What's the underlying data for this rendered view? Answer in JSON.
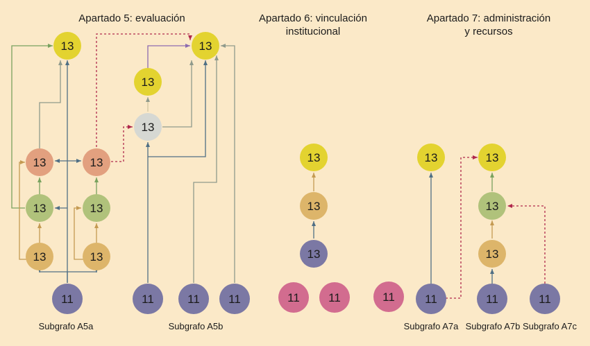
{
  "sections": {
    "s5_title": "Apartado 5: evaluación",
    "s6_title_line1": "Apartado 6: vinculación",
    "s6_title_line2": "institucional",
    "s7_title_line1": "Apartado 7: administración",
    "s7_title_line2": "y recursos"
  },
  "subgraphs": {
    "a5a": "Subgrafo A5a",
    "a5b": "Subgrafo A5b",
    "a7a": "Subgrafo A7a",
    "a7b": "Subgrafo A7b",
    "a7c": "Subgrafo A7c"
  },
  "node_colors": {
    "yellow": "#e3d330",
    "orange": "#e2a07f",
    "green": "#b0c27b",
    "tan": "#ddb56a",
    "gray": "#d6d8d3",
    "purple": "#7b78a4",
    "pink": "#d26c8f"
  },
  "edge_colors": {
    "green": "#78a25e",
    "purple": "#8c6bb0",
    "slate": "#4f6f85",
    "tan": "#c49a52",
    "gray": "#8f9a8c",
    "dashed_red": "#b0284c"
  },
  "nodes": [
    {
      "id": "a5a_top",
      "label": "13",
      "color": "yellow"
    },
    {
      "id": "a5a_l3",
      "label": "13",
      "color": "orange"
    },
    {
      "id": "a5a_l2",
      "label": "13",
      "color": "green"
    },
    {
      "id": "a5a_l1",
      "label": "13",
      "color": "tan"
    },
    {
      "id": "a5a_r3",
      "label": "13",
      "color": "orange"
    },
    {
      "id": "a5a_r2",
      "label": "13",
      "color": "green"
    },
    {
      "id": "a5a_r1",
      "label": "13",
      "color": "tan"
    },
    {
      "id": "a5a_src",
      "label": "11",
      "color": "purple"
    },
    {
      "id": "a5b_top",
      "label": "13",
      "color": "yellow"
    },
    {
      "id": "a5b_y2",
      "label": "13",
      "color": "yellow"
    },
    {
      "id": "a5b_gray",
      "label": "13",
      "color": "gray"
    },
    {
      "id": "a5b_s1",
      "label": "11",
      "color": "purple"
    },
    {
      "id": "a5b_s2",
      "label": "11",
      "color": "purple"
    },
    {
      "id": "a5b_s3",
      "label": "11",
      "color": "purple"
    },
    {
      "id": "a6_top",
      "label": "13",
      "color": "yellow"
    },
    {
      "id": "a6_mid",
      "label": "13",
      "color": "tan"
    },
    {
      "id": "a6_bot",
      "label": "13",
      "color": "purple"
    },
    {
      "id": "a6_p1",
      "label": "11",
      "color": "pink"
    },
    {
      "id": "a6_p2",
      "label": "11",
      "color": "pink"
    },
    {
      "id": "a7_pink",
      "label": "11",
      "color": "pink"
    },
    {
      "id": "a7a_top",
      "label": "13",
      "color": "yellow"
    },
    {
      "id": "a7a_src",
      "label": "11",
      "color": "purple"
    },
    {
      "id": "a7b_top",
      "label": "13",
      "color": "yellow"
    },
    {
      "id": "a7b_g",
      "label": "13",
      "color": "green"
    },
    {
      "id": "a7b_t",
      "label": "13",
      "color": "tan"
    },
    {
      "id": "a7b_src",
      "label": "11",
      "color": "purple"
    },
    {
      "id": "a7c_src",
      "label": "11",
      "color": "purple"
    }
  ]
}
